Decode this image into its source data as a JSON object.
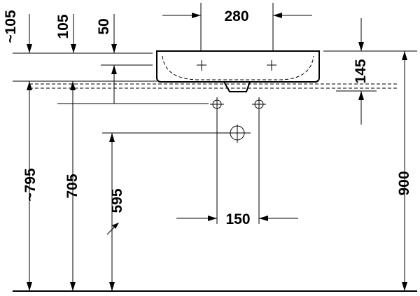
{
  "dimensions": {
    "top_width": "280",
    "left_1": "~105",
    "left_2": "105",
    "left_3": "50",
    "right_top": "145",
    "right_height": "900",
    "height_795": "~795",
    "height_705": "705",
    "height_595": "595",
    "spacing_bottom": "150"
  }
}
